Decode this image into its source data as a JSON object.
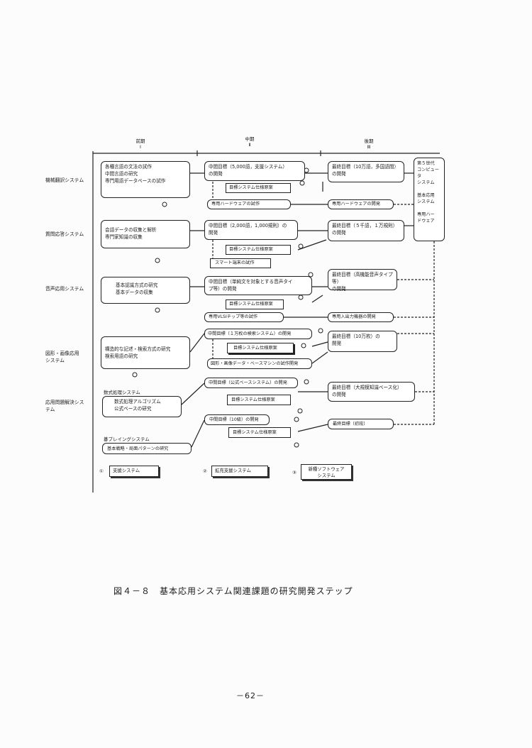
{
  "periods": [
    {
      "name": "前期",
      "roman": "Ⅰ"
    },
    {
      "name": "中期",
      "roman": "Ⅱ"
    },
    {
      "name": "後期",
      "roman": "Ⅲ"
    }
  ],
  "row_labels": {
    "machine_translation": "機械翻訳システム",
    "qa": "質問応答システム",
    "speech": "音声応用システム",
    "image": "図形・画像応用\nシステム",
    "problem_solving": "応用問題解決シス\nテム"
  },
  "boxes": {
    "mt_early": "各種言語の文法の試作\n中間言語の研究\n専門用語データベースの試作",
    "mt_mid": "中間目標（5,000語，支援システム）\nの開発",
    "mt_spec": "目標システム仕様原案",
    "mt_final": "最終目標（10万語，多国語間）\nの開発",
    "mt_hw_mid": "専用ハードウェアの試作",
    "mt_hw_final": "専用ハードウェアの開発",
    "fifth_gen": "第５世代\nコンピュータ\nシステム\n\n基本応用\nシステム\n\n専用ハー\nドウェア",
    "qa_early": "会話データの収集と解析\n専門家知識の収集",
    "qa_mid": "中間目標（2,000語，1,000規則）の\n開発",
    "qa_spec": "目標システム仕様原案",
    "qa_final": "最終目標（５千語，１万規則）\nの開発",
    "qa_smart": "スマート端末の試作",
    "sp_early": "基本認識方式の研究\n基本データの収集",
    "sp_mid": "中間目標（単純文を対象とする音声タイ\nプ等）の開発",
    "sp_spec": "目標システム仕様原案",
    "sp_final": "最終目標（高機能音声タイプ等）\nの開発",
    "sp_vlsi": "専用VLSIチップ等の試作",
    "sp_io": "専用入出力機器の開発",
    "im_early": "構造的な記述・検索方式の研究\n検索用語の研究",
    "im_mid": "中間目標（１万枚の検索システム）の開発",
    "im_spec": "目標システム仕様原案",
    "im_final": "最終目標（10万枚）の\n開発",
    "im_db": "図形・画像データ・ベースマシンの試作開発",
    "ps_math_title": "数式処理システム",
    "ps_math": "数式処理アルゴリズム\n公式ベースの研究",
    "ps_math_mid": "中間目標（公式ベースシステム）の開発",
    "ps_math_spec": "目標システム仕様原案",
    "ps_math_final": "最終目標（大規模知識ベース化）\nの開発",
    "ps_game_title": "碁プレイングシステム",
    "ps_game": "基本戦略・局面パターンの研究",
    "ps_game_mid": "中間目標（10級）の開発",
    "ps_game_spec": "目標システム仕様原案",
    "ps_game_final": "最終目標（初段）"
  },
  "legend": [
    {
      "num": "①",
      "label": "支援システム"
    },
    {
      "num": "②",
      "label": "拡充支援システム"
    },
    {
      "num": "③",
      "label": "新種ソフトウェア\nシステム"
    }
  ],
  "caption": "図４－８　基本応用システム関連課題の研究開発ステップ",
  "page_number": "－62－"
}
